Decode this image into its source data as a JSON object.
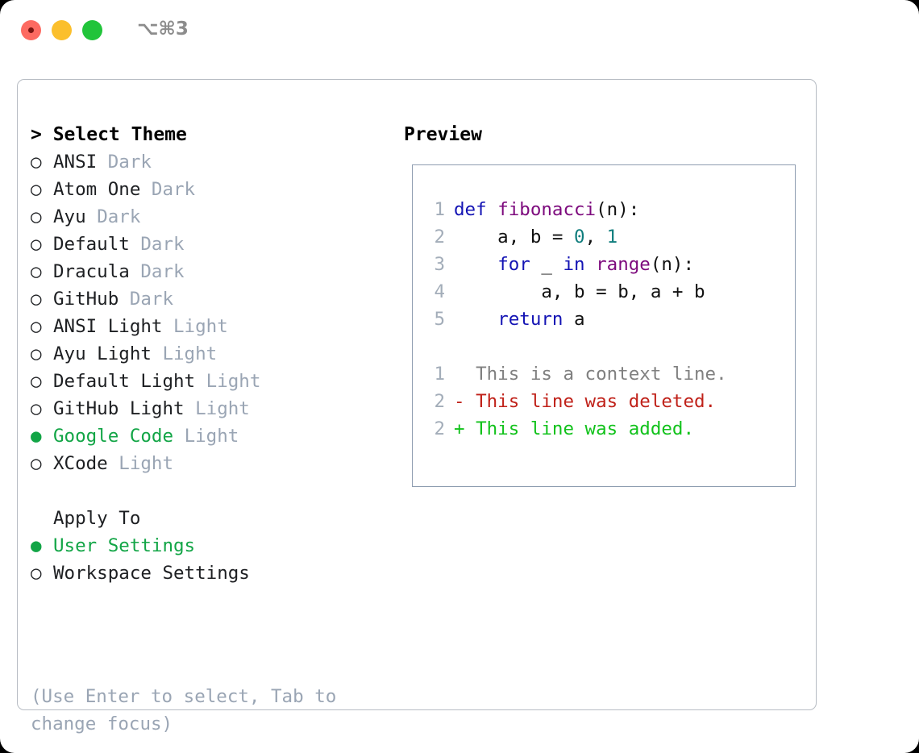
{
  "window": {
    "shortcut": "⌥⌘3",
    "traffic_lights": [
      {
        "name": "close-button",
        "color": "#fd6a61"
      },
      {
        "name": "minimize-button",
        "color": "#fbbf2c"
      },
      {
        "name": "maximize-button",
        "color": "#21c43a"
      }
    ]
  },
  "theme_section": {
    "header": "> Select Theme",
    "items": [
      {
        "marker": "○",
        "name": "ANSI",
        "tag": "Dark",
        "selected": false
      },
      {
        "marker": "○",
        "name": "Atom One",
        "tag": "Dark",
        "selected": false
      },
      {
        "marker": "○",
        "name": "Ayu",
        "tag": "Dark",
        "selected": false
      },
      {
        "marker": "○",
        "name": "Default",
        "tag": "Dark",
        "selected": false
      },
      {
        "marker": "○",
        "name": "Dracula",
        "tag": "Dark",
        "selected": false
      },
      {
        "marker": "○",
        "name": "GitHub",
        "tag": "Dark",
        "selected": false
      },
      {
        "marker": "○",
        "name": "ANSI Light",
        "tag": "Light",
        "selected": false
      },
      {
        "marker": "○",
        "name": "Ayu Light",
        "tag": "Light",
        "selected": false
      },
      {
        "marker": "○",
        "name": "Default Light",
        "tag": "Light",
        "selected": false
      },
      {
        "marker": "○",
        "name": "GitHub Light",
        "tag": "Light",
        "selected": false
      },
      {
        "marker": "●",
        "name": "Google Code",
        "tag": "Light",
        "selected": true
      },
      {
        "marker": "○",
        "name": "XCode",
        "tag": "Light",
        "selected": false
      }
    ]
  },
  "apply_section": {
    "header": "Apply To",
    "items": [
      {
        "marker": "●",
        "name": "User Settings",
        "selected": true
      },
      {
        "marker": "○",
        "name": "Workspace Settings",
        "selected": false
      }
    ]
  },
  "hint": "(Use Enter to select, Tab to change focus)",
  "preview": {
    "title": "Preview",
    "code_lines": [
      {
        "num": "1",
        "tokens": [
          {
            "t": "def ",
            "c": "kw"
          },
          {
            "t": "fibonacci",
            "c": "fn"
          },
          {
            "t": "(n):",
            "c": "pl"
          }
        ]
      },
      {
        "num": "2",
        "tokens": [
          {
            "t": "    a, b = ",
            "c": "pl"
          },
          {
            "t": "0",
            "c": "num"
          },
          {
            "t": ", ",
            "c": "pl"
          },
          {
            "t": "1",
            "c": "num"
          }
        ]
      },
      {
        "num": "3",
        "tokens": [
          {
            "t": "    ",
            "c": "pl"
          },
          {
            "t": "for",
            "c": "kw"
          },
          {
            "t": " _ ",
            "c": "pl"
          },
          {
            "t": "in",
            "c": "kw"
          },
          {
            "t": " ",
            "c": "pl"
          },
          {
            "t": "range",
            "c": "fn"
          },
          {
            "t": "(n):",
            "c": "pl"
          }
        ]
      },
      {
        "num": "4",
        "tokens": [
          {
            "t": "        a, b = b, a + b",
            "c": "pl"
          }
        ]
      },
      {
        "num": "5",
        "tokens": [
          {
            "t": "    ",
            "c": "pl"
          },
          {
            "t": "return",
            "c": "kw"
          },
          {
            "t": " a",
            "c": "pl"
          }
        ]
      }
    ],
    "diff_lines": [
      {
        "num": "1",
        "text": "  This is a context line.",
        "kind": "diff-ctx"
      },
      {
        "num": "2",
        "text": "- This line was deleted.",
        "kind": "diff-del"
      },
      {
        "num": "2",
        "text": "+ This line was added.",
        "kind": "diff-add"
      }
    ]
  },
  "colors": {
    "accent_green": "#12a546",
    "tag_gray": "#9aa5b4",
    "keyword_blue": "#1414b4",
    "function_purple": "#7d0a7d",
    "number_teal": "#0f7d7d",
    "diff_delete_red": "#c0221a",
    "diff_add_green": "#11c21b",
    "panel_border": "#b7bcc3",
    "preview_border": "#8e9db0"
  }
}
